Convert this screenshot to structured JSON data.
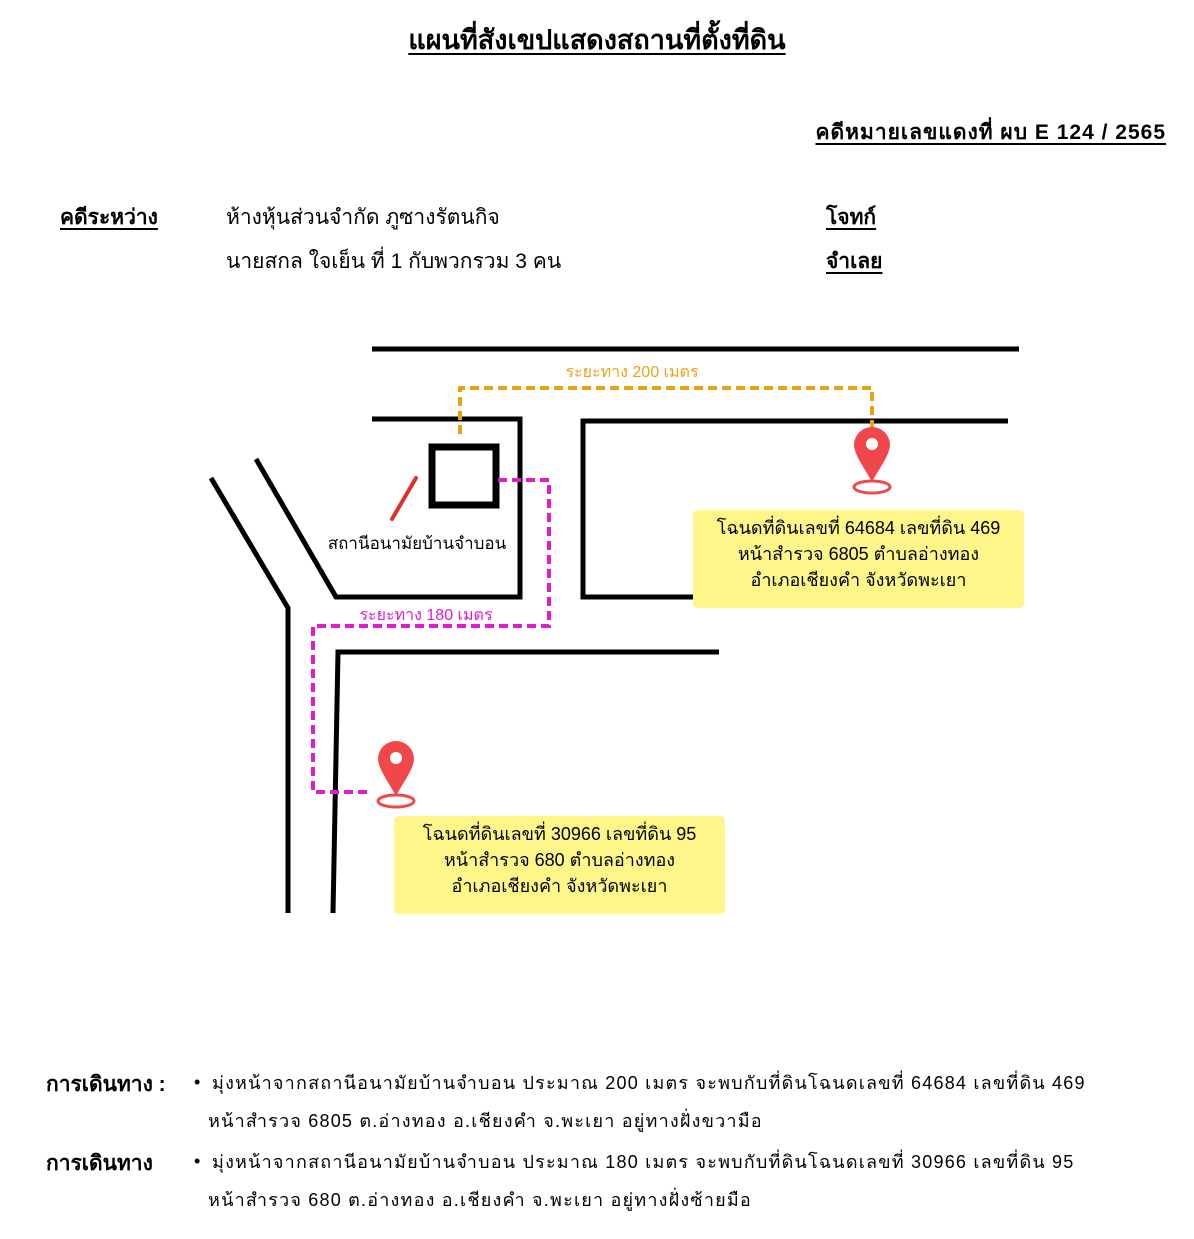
{
  "title": "แผนที่สังเขปแสดงสถานที่ตั้งที่ดิน",
  "case_number": "คดีหมายเลขแดงที่ ผบ E 124 / 2565",
  "parties": {
    "label": "คดีระหว่าง",
    "plaintiff": "ห้างหุ้นส่วนจำกัด ภูซางรัตนกิจ",
    "plaintiff_role": "โจทก์",
    "defendant": "นายสกล ใจเย็น ที่ 1 กับพวกรวม 3 คน",
    "defendant_role": "จำเลย"
  },
  "map": {
    "landmark": "สถานีอนามัยบ้านจำบอน",
    "route_orange_label": "ระยะทาง 200 เมตร",
    "route_magenta_label": "ระยะทาง 180 เมตร",
    "colors": {
      "road": "#000000",
      "route_orange": "#e8a21a",
      "route_magenta": "#e11ccb",
      "pin": "#f0474a",
      "landmark_mark": "#e0302a",
      "infobox": "#fff68a"
    },
    "pin_icon": "map-pin-icon",
    "parcel_1": {
      "line1": "โฉนดที่ดินเลขที่ 64684 เลขที่ดิน 469",
      "line2": "หน้าสำรวจ 6805 ตำบลอ่างทอง",
      "line3": "อำเภอเชียงคำ จังหวัดพะเยา"
    },
    "parcel_2": {
      "line1": "โฉนดที่ดินเลขที่ 30966 เลขที่ดิน 95",
      "line2": "หน้าสำรวจ 680 ตำบลอ่างทอง",
      "line3": "อำเภอเชียงคำ จังหวัดพะเยา"
    }
  },
  "directions": [
    {
      "label": "การเดินทาง :",
      "bullet": "•",
      "line1": "มุ่งหน้าจากสถานีอนามัยบ้านจำบอน ประมาณ 200 เมตร จะพบกับที่ดินโฉนดเลขที่ 64684 เลขที่ดิน 469",
      "line2": "หน้าสำรวจ 6805 ต.อ่างทอง อ.เชียงคำ จ.พะเยา อยู่ทางฝั่งขวามือ"
    },
    {
      "label": "การเดินทาง",
      "bullet": "•",
      "line1": "มุ่งหน้าจากสถานีอนามัยบ้านจำบอน ประมาณ 180 เมตร จะพบกับที่ดินโฉนดเลขที่ 30966 เลขที่ดิน 95",
      "line2": "หน้าสำรวจ 680 ต.อ่างทอง อ.เชียงคำ จ.พะเยา อยู่ทางฝั่งซ้ายมือ"
    }
  ]
}
